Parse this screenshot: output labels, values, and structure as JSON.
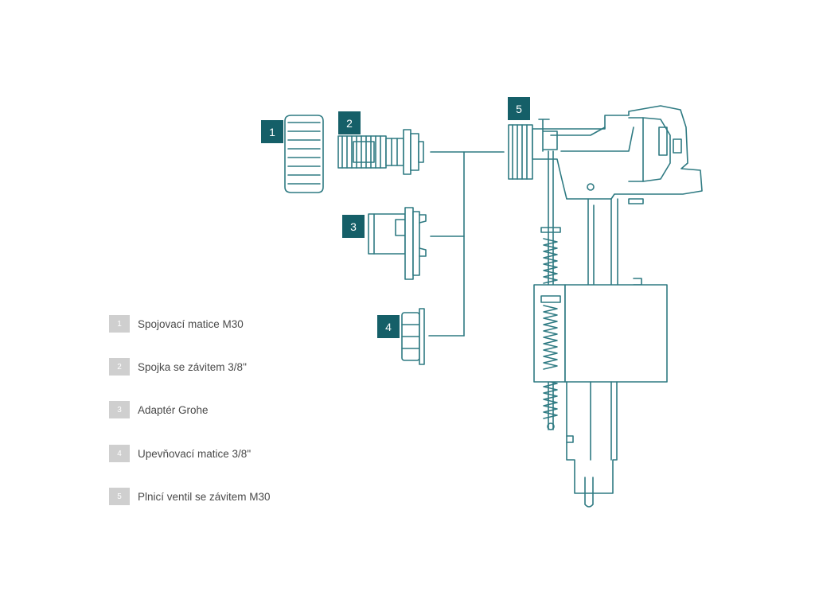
{
  "colors": {
    "accent": "#155f68",
    "legend_box": "#cfcfcf",
    "text": "#4a4a4a",
    "line": "#2e7a82"
  },
  "callouts": [
    "1",
    "2",
    "3",
    "4",
    "5"
  ],
  "legend": [
    {
      "num": "1",
      "label": "Spojovací matice M30"
    },
    {
      "num": "2",
      "label": "Spojka se závitem 3/8\""
    },
    {
      "num": "3",
      "label": "Adaptér Grohe"
    },
    {
      "num": "4",
      "label": "Upevňovací matice 3/8\""
    },
    {
      "num": "5",
      "label": "Plnicí ventil se závitem M30"
    }
  ]
}
